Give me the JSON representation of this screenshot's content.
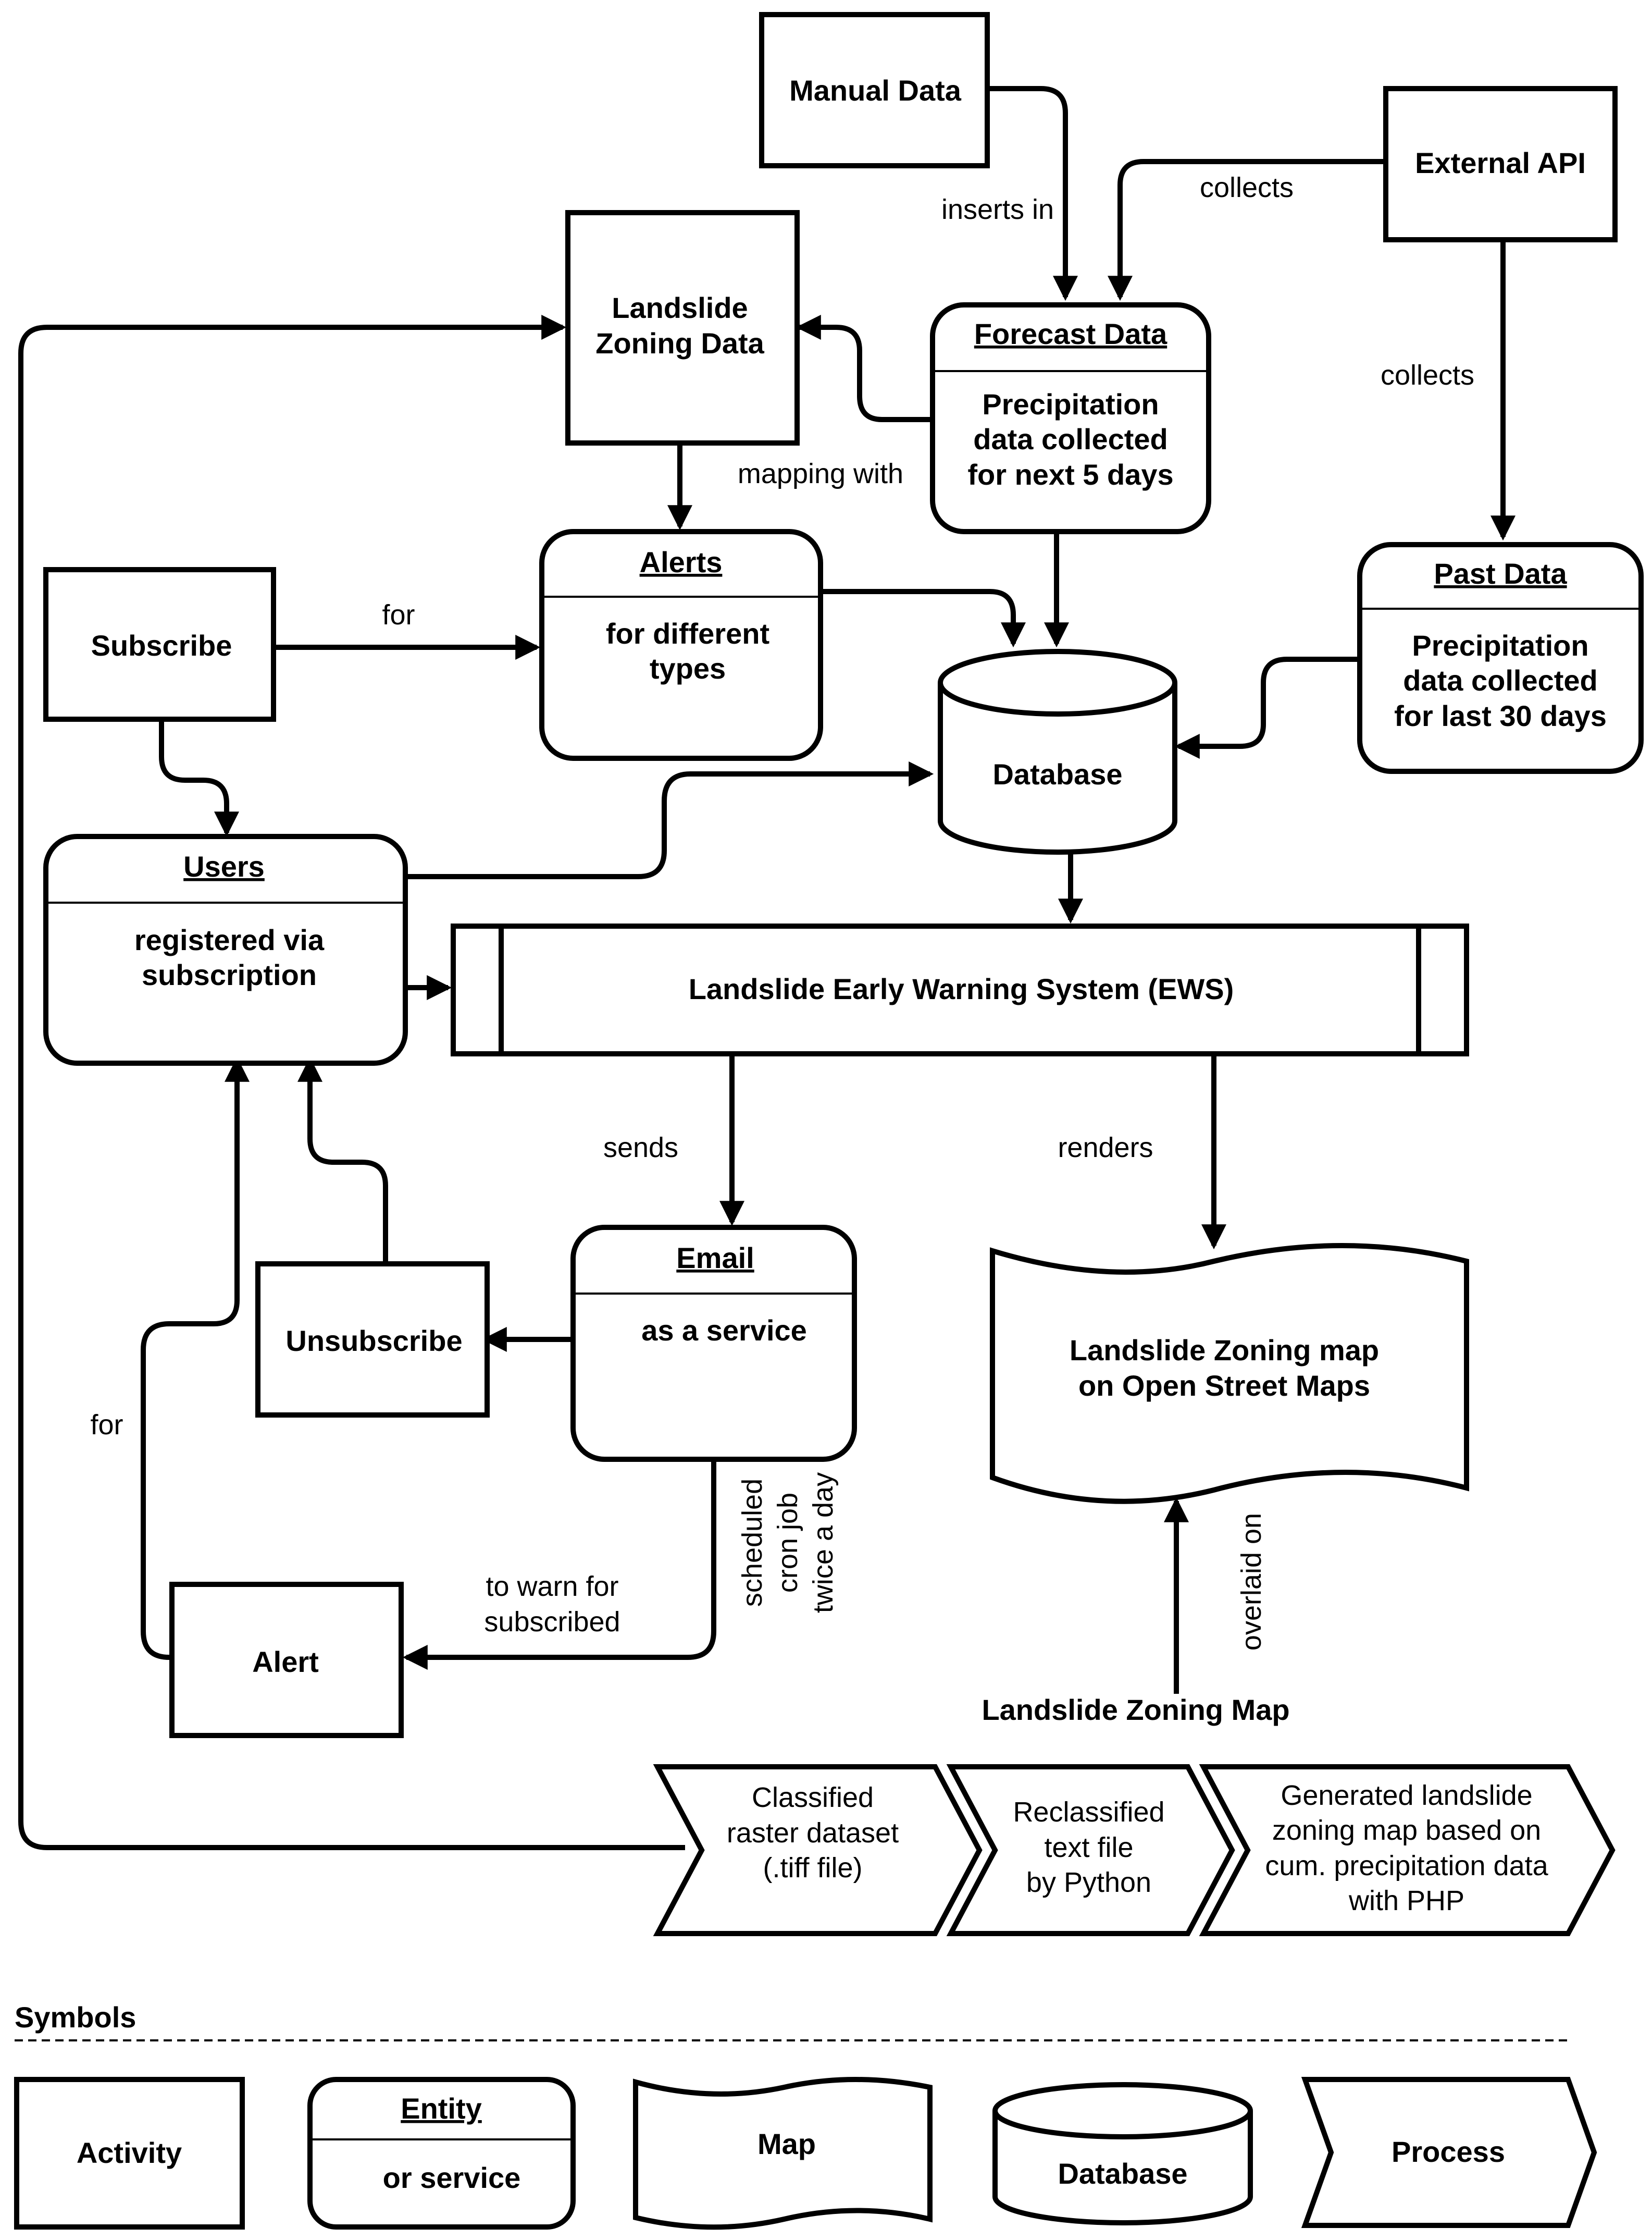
{
  "nodes": {
    "manual_data": "Manual Data",
    "external_api": "External API",
    "landslide_zoning_data": [
      "Landslide",
      "Zoning Data"
    ],
    "forecast_data": {
      "title": "Forecast Data",
      "body": [
        "Precipitation",
        "data collected",
        "for next 5 days"
      ]
    },
    "past_data": {
      "title": "Past Data",
      "body": [
        "Precipitation",
        "data collected",
        "for last 30 days"
      ]
    },
    "alerts": {
      "title": "Alerts",
      "body": [
        "for different",
        "types"
      ]
    },
    "subscribe": "Subscribe",
    "database": "Database",
    "users": {
      "title": "Users",
      "body": [
        "registered via",
        "subscription"
      ]
    },
    "ews": "Landslide Early Warning System (EWS)",
    "email": {
      "title": "Email",
      "body": [
        "as a service"
      ]
    },
    "unsubscribe": "Unsubscribe",
    "alert": "Alert",
    "zoning_map": [
      "Landslide Zoning map",
      "on Open Street Maps"
    ],
    "zoning_map_source": "Landslide Zoning Map",
    "process_1": [
      "Classified",
      "raster dataset",
      "(.tiff file)"
    ],
    "process_2": [
      "Reclassified",
      "text file",
      "by Python"
    ],
    "process_3": [
      "Generated landslide",
      "zoning map based on",
      "cum. precipitation data",
      "with PHP"
    ]
  },
  "edge_labels": {
    "inserts_in": "inserts in",
    "collects_1": "collects",
    "collects_2": "collects",
    "mapping_with": "mapping with",
    "for_subscribe": "for",
    "sends": "sends",
    "renders": "renders",
    "for_alert": "for",
    "to_warn": [
      "to warn for",
      "subscribed"
    ],
    "scheduled": [
      "scheduled",
      "cron job",
      "twice a day"
    ],
    "overlaid_on": "overlaid on"
  },
  "legend": {
    "title": "Symbols",
    "activity": "Activity",
    "entity_title": "Entity",
    "entity_body": "or service",
    "map": "Map",
    "database": "Database",
    "process": "Process"
  }
}
